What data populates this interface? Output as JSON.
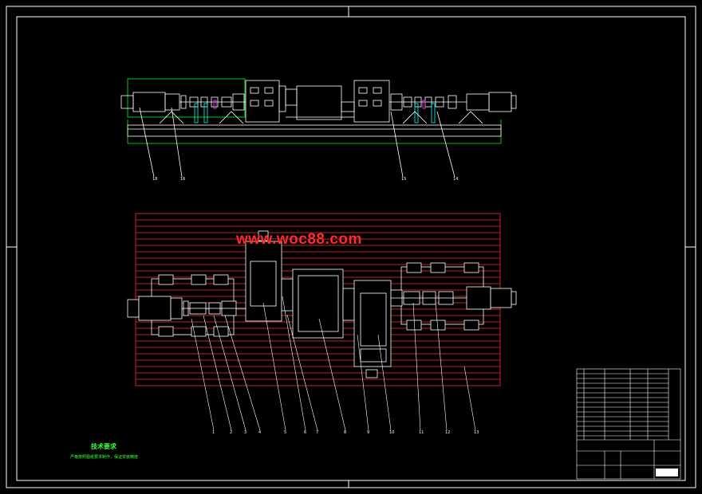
{
  "watermark": "www.woc88.com",
  "tech_requirements": {
    "title": "技术要求",
    "note": "严格按照图纸要求制作，保证安装精度"
  },
  "colors": {
    "background": "#000000",
    "lines": "#ffffff",
    "base_plate": "#ff2a2a",
    "dimension": "#00ff00",
    "accent_cyan": "#00ffff",
    "accent_magenta": "#ff44ff"
  },
  "leaders_top": [
    "18",
    "16",
    "15",
    "14"
  ],
  "leaders_bottom": [
    "1",
    "2",
    "3",
    "4",
    "5",
    "6",
    "7",
    "8",
    "9",
    "10",
    "11",
    "12",
    "13"
  ]
}
